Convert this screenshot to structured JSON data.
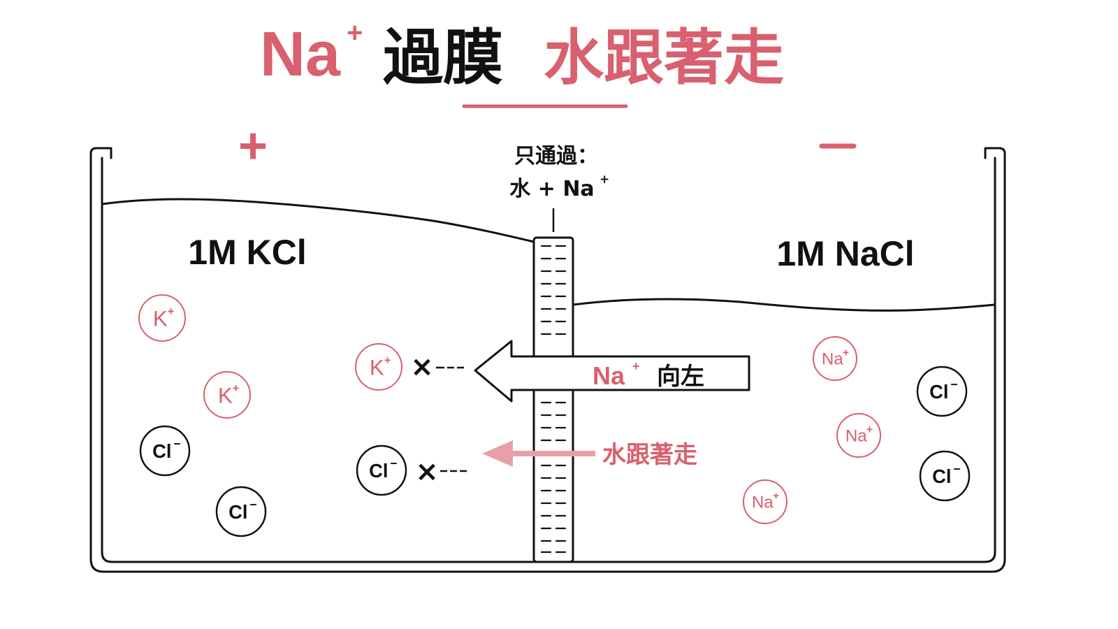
{
  "title": {
    "ion": "Na",
    "ion_sup": "+",
    "membrane": "過膜",
    "emphasis": "水跟著走"
  },
  "signs": {
    "left": "+",
    "right": "−"
  },
  "membrane_label": {
    "line1": "只通過：",
    "line2_main": "水 + Na",
    "line2_sup": "+"
  },
  "left_chamber": {
    "solution": "1M KCl",
    "ions": [
      {
        "label": "K",
        "sup": "+",
        "kind": "cation"
      },
      {
        "label": "K",
        "sup": "+",
        "kind": "cation"
      },
      {
        "label": "Cl",
        "sup": "−",
        "kind": "anion"
      },
      {
        "label": "Cl",
        "sup": "−",
        "kind": "anion"
      }
    ]
  },
  "right_chamber": {
    "solution": "1M NaCl",
    "ions": [
      {
        "label": "Na",
        "sup": "+",
        "kind": "cation"
      },
      {
        "label": "Na",
        "sup": "+",
        "kind": "cation"
      },
      {
        "label": "Na",
        "sup": "+",
        "kind": "cation"
      },
      {
        "label": "Cl",
        "sup": "−",
        "kind": "anion"
      },
      {
        "label": "Cl",
        "sup": "−",
        "kind": "anion"
      }
    ]
  },
  "blocked": [
    {
      "label": "K",
      "sup": "+",
      "kind": "cation",
      "mark": "×"
    },
    {
      "label": "Cl",
      "sup": "−",
      "kind": "anion",
      "mark": "×"
    }
  ],
  "arrows": {
    "sodium": {
      "ion": "Na",
      "sup": "+",
      "text": "向左"
    },
    "water": {
      "text": "水跟著走"
    }
  },
  "colors": {
    "accent": "#d9606e",
    "ink": "#111111",
    "water_arrow": "#e8a0a8"
  }
}
